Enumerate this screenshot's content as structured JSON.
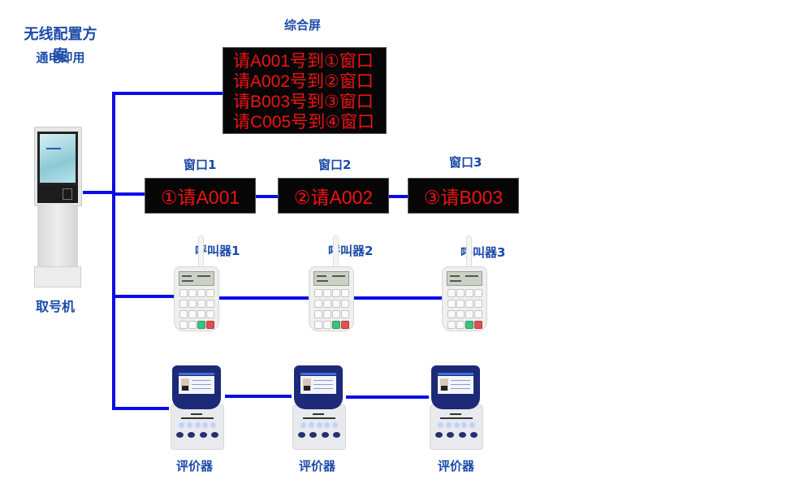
{
  "header": {
    "title": "无线配置方案",
    "subtitle": "通电即用"
  },
  "colors": {
    "label_blue": "#1a4aa8",
    "connector_blue": "#0a0ae8",
    "led_red": "#f21313",
    "led_background": "#060606"
  },
  "kiosk": {
    "label": "取号机",
    "icon": "ticket-kiosk-icon"
  },
  "main_display": {
    "label": "综合屏",
    "lines": [
      "请A001号到①窗口",
      "请A002号到②窗口",
      "请B003号到③窗口",
      "请C005号到④窗口"
    ]
  },
  "window_displays": [
    {
      "label": "窗口1",
      "text": "①请A001"
    },
    {
      "label": "窗口2",
      "text": "②请A002"
    },
    {
      "label": "窗口3",
      "text": "③请B003"
    }
  ],
  "pagers": [
    {
      "label": "呼叫器1",
      "icon": "wireless-pager-icon"
    },
    {
      "label": "呼叫器2",
      "icon": "wireless-pager-icon"
    },
    {
      "label": "呼叫器3",
      "icon": "wireless-pager-icon"
    }
  ],
  "evaluators": [
    {
      "label": "评价器",
      "icon": "evaluation-device-icon"
    },
    {
      "label": "评价器",
      "icon": "evaluation-device-icon"
    },
    {
      "label": "评价器",
      "icon": "evaluation-device-icon"
    }
  ]
}
